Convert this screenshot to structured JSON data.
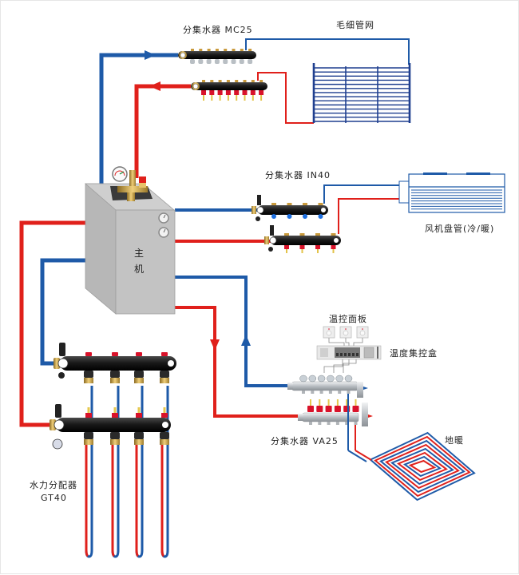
{
  "diagram": {
    "title": "",
    "labels": {
      "main_unit_line1": "主",
      "main_unit_line2": "机",
      "manifold_mc25": "分集水器 MC25",
      "capillary_mat": "毛细管网",
      "manifold_in40": "分集水器 IN40",
      "fan_coil": "风机盘管(冷/暖)",
      "thermostat_panel": "温控面板",
      "temp_control_box": "温度集控盒",
      "manifold_va25": "分集水器 VA25",
      "floor_heating": "地暖",
      "hydraulic_distributor_line1": "水力分配器",
      "hydraulic_distributor_line2": "GT40"
    },
    "colors": {
      "supply_hot": "#e0201b",
      "return_cold": "#1e5aa8",
      "capillary_blue": "#1f3f8f",
      "unit_gray": "#c3c3c3",
      "manifold_black": "#1d1d1d",
      "valve_red": "#d9122a",
      "brass": "#c99a3c",
      "steel": "#c8ccd0"
    },
    "nodes": [
      {
        "id": "main-unit",
        "label_key": "main_unit_line1"
      },
      {
        "id": "manifold-mc25",
        "outlets": 8
      },
      {
        "id": "capillary-mat",
        "tubes": 14
      },
      {
        "id": "manifold-in40",
        "outlets": 4
      },
      {
        "id": "fan-coil"
      },
      {
        "id": "thermostat-panels",
        "count": 3
      },
      {
        "id": "temp-control-box"
      },
      {
        "id": "manifold-va25",
        "outlets": 6
      },
      {
        "id": "floor-heating-loop"
      },
      {
        "id": "hydraulic-distributor-gt40",
        "outlets": 4
      }
    ],
    "edges": [
      {
        "from": "main-unit",
        "to": "manifold-mc25",
        "type": "return_cold",
        "arrow": "right"
      },
      {
        "from": "manifold-mc25",
        "to": "main-unit",
        "type": "supply_hot",
        "arrow": "left"
      },
      {
        "from": "manifold-mc25",
        "to": "capillary-mat",
        "type": "loop"
      },
      {
        "from": "main-unit",
        "to": "manifold-in40",
        "type": "return_cold"
      },
      {
        "from": "main-unit",
        "to": "manifold-in40",
        "type": "supply_hot"
      },
      {
        "from": "manifold-in40",
        "to": "fan-coil",
        "type": "loop"
      },
      {
        "from": "main-unit",
        "to": "manifold-va25",
        "type": "supply_hot",
        "arrow": "down"
      },
      {
        "from": "manifold-va25",
        "to": "main-unit",
        "type": "return_cold",
        "arrow": "up"
      },
      {
        "from": "manifold-va25",
        "to": "floor-heating-loop",
        "type": "loop"
      },
      {
        "from": "thermostat-panels",
        "to": "temp-control-box",
        "type": "signal"
      },
      {
        "from": "temp-control-box",
        "to": "manifold-va25",
        "type": "signal"
      },
      {
        "from": "main-unit",
        "to": "hydraulic-distributor-gt40",
        "type": "supply_hot"
      },
      {
        "from": "main-unit",
        "to": "hydraulic-distributor-gt40",
        "type": "return_cold"
      }
    ]
  }
}
